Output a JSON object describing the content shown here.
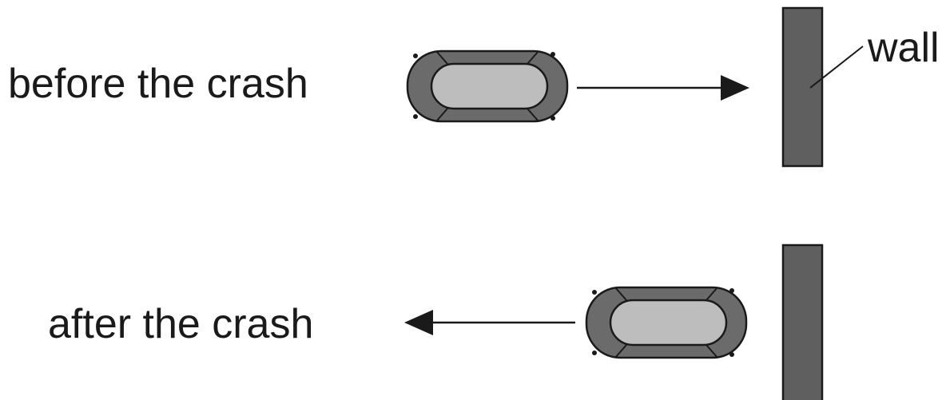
{
  "labels": {
    "before": "before the crash",
    "after": "after the crash",
    "wall": "wall"
  },
  "colors": {
    "wall_fill": "#5f5f5f",
    "car_body": "#6b6b6b",
    "car_window": "#bdbdbd",
    "outline": "#1a1a1a",
    "arrow": "#1a1a1a"
  },
  "icons": {
    "car": "car-top-view-icon",
    "arrow": "arrow-icon"
  }
}
